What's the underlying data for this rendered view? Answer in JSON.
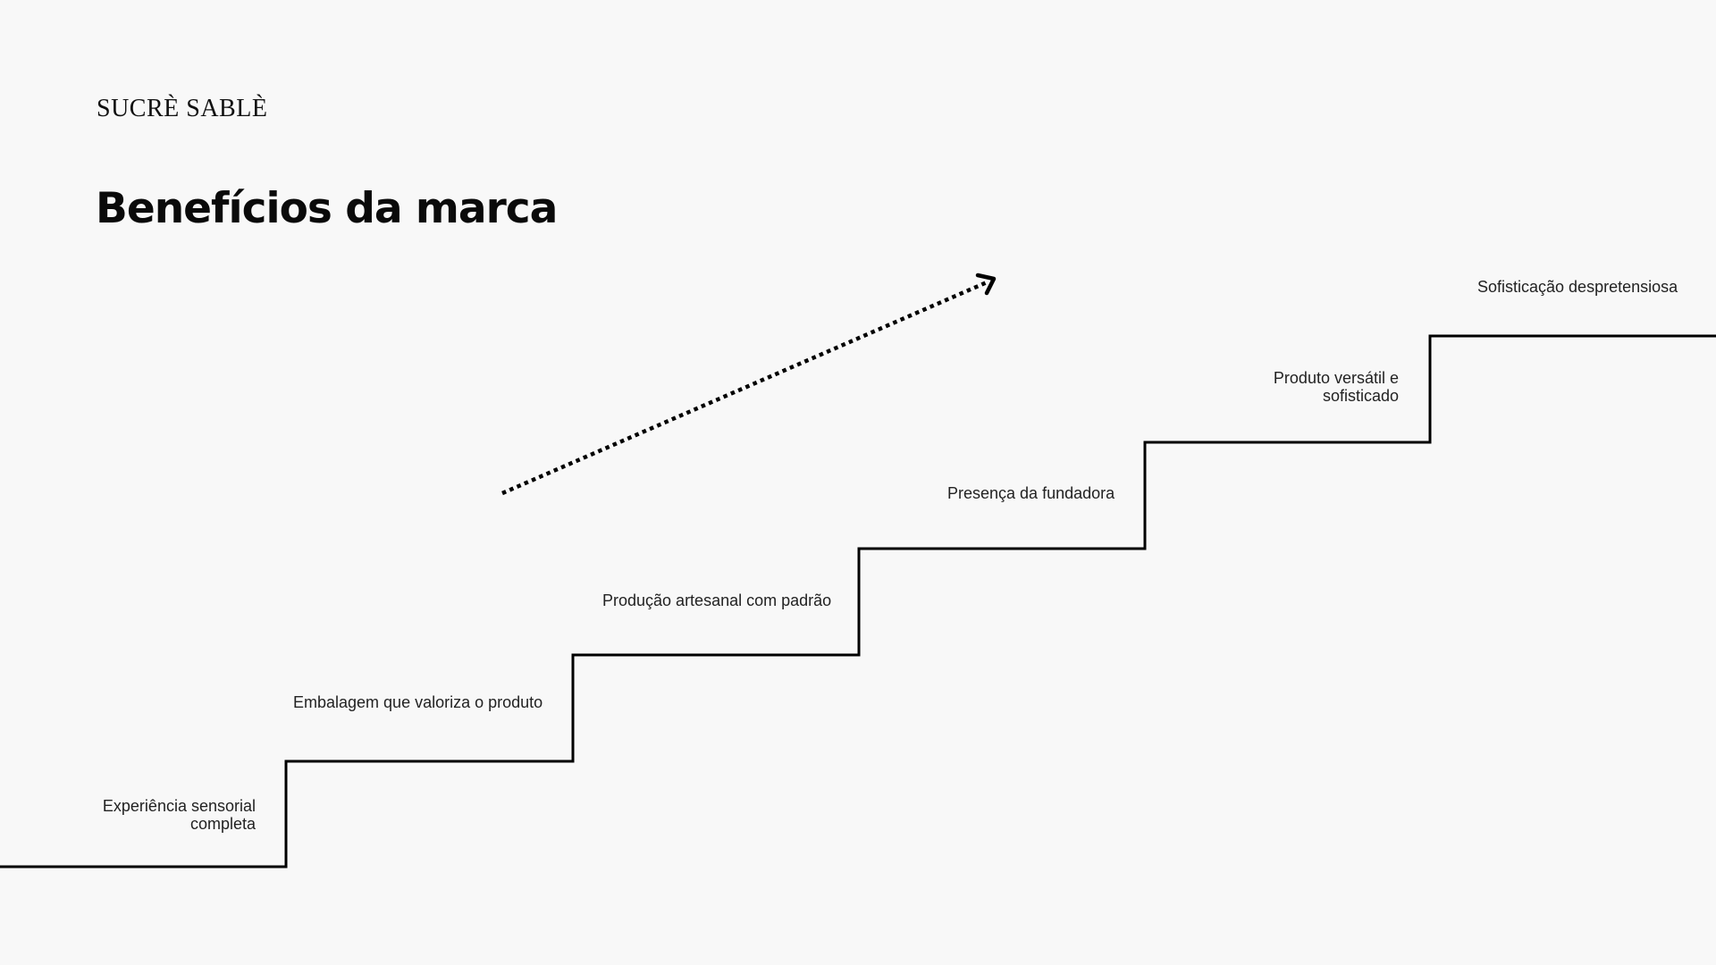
{
  "brand": {
    "logo_text": "SUCRÈ SABLÈ"
  },
  "page": {
    "title": "Benefícios da marca"
  },
  "colors": {
    "background": "#f8f8f8",
    "line": "#000000",
    "text": "#222222"
  },
  "steps": [
    {
      "label_line1": "Experiência sensorial",
      "label_line2": "completa"
    },
    {
      "label_line1": "Embalagem que valoriza o produto"
    },
    {
      "label_line1": "Produção artesanal com padrão"
    },
    {
      "label_line1": "Presença da fundadora"
    },
    {
      "label_line1": "Produto versátil e",
      "label_line2": "sofisticado"
    },
    {
      "label_line1": "Sofisticação despretensiosa"
    }
  ],
  "arrow": {
    "style": "dotted",
    "direction": "up-right",
    "icon": "dotted-arrow-icon"
  }
}
